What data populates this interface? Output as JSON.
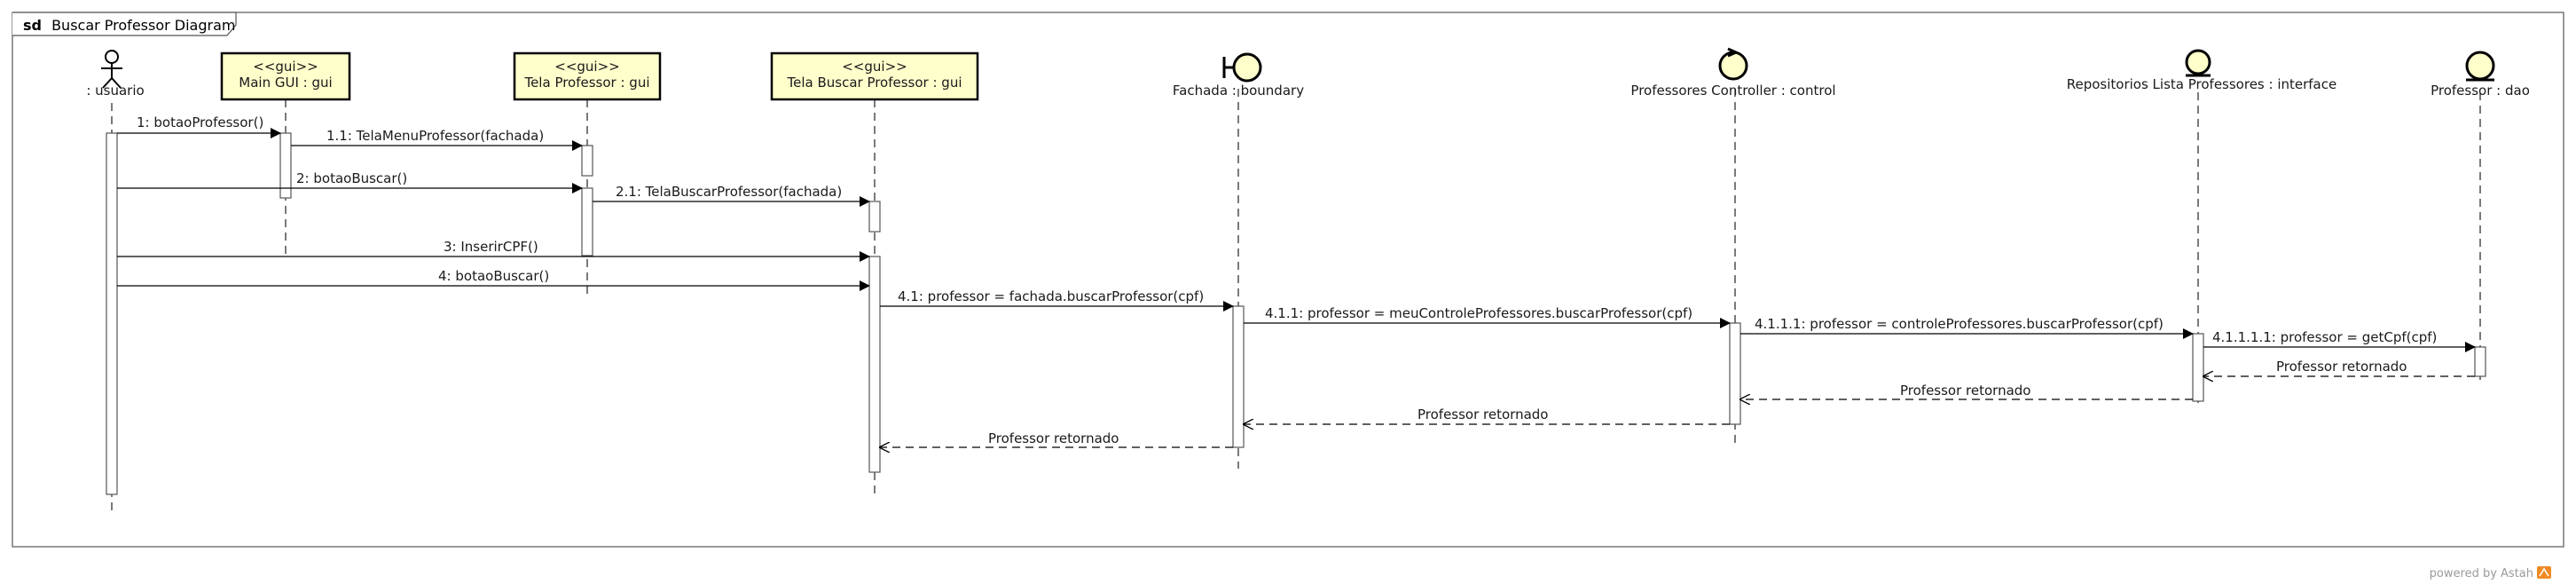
{
  "frame": {
    "keyword": "sd",
    "title": "Buscar Professor Diagram"
  },
  "lifelines": [
    {
      "id": "usuario",
      "label": ": usuario",
      "kind": "actor"
    },
    {
      "id": "main_gui",
      "stereotype": "<<gui>>",
      "label": "Main GUI : gui",
      "kind": "gui"
    },
    {
      "id": "tela_professor",
      "stereotype": "<<gui>>",
      "label": "Tela Professor : gui",
      "kind": "gui"
    },
    {
      "id": "tela_buscar",
      "stereotype": "<<gui>>",
      "label": "Tela Buscar Professor : gui",
      "kind": "gui"
    },
    {
      "id": "fachada",
      "label": "Fachada : boundary",
      "kind": "boundary"
    },
    {
      "id": "controller",
      "label": "Professores Controller : control",
      "kind": "control"
    },
    {
      "id": "repositorio",
      "label": "Repositorios Lista Professores : interface",
      "kind": "entity"
    },
    {
      "id": "professor",
      "label": "Professor : dao",
      "kind": "entity"
    }
  ],
  "messages": [
    {
      "label": "1: botaoProfessor()",
      "from": "usuario",
      "to": "main_gui",
      "type": "sync"
    },
    {
      "label": "1.1: TelaMenuProfessor(fachada)",
      "from": "main_gui",
      "to": "tela_professor",
      "type": "sync"
    },
    {
      "label": "2: botaoBuscar()",
      "from": "usuario",
      "to": "tela_professor",
      "type": "sync"
    },
    {
      "label": "2.1: TelaBuscarProfessor(fachada)",
      "from": "tela_professor",
      "to": "tela_buscar",
      "type": "sync"
    },
    {
      "label": "3: InserirCPF()",
      "from": "usuario",
      "to": "tela_buscar",
      "type": "sync"
    },
    {
      "label": "4: botaoBuscar()",
      "from": "usuario",
      "to": "tela_buscar",
      "type": "sync"
    },
    {
      "label": "4.1: professor = fachada.buscarProfessor(cpf)",
      "from": "tela_buscar",
      "to": "fachada",
      "type": "sync"
    },
    {
      "label": "4.1.1: professor = meuControleProfessores.buscarProfessor(cpf)",
      "from": "fachada",
      "to": "controller",
      "type": "sync"
    },
    {
      "label": "4.1.1.1: professor = controleProfessores.buscarProfessor(cpf)",
      "from": "controller",
      "to": "repositorio",
      "type": "sync"
    },
    {
      "label": "4.1.1.1.1: professor = getCpf(cpf)",
      "from": "repositorio",
      "to": "professor",
      "type": "sync"
    },
    {
      "label": "Professor retornado",
      "from": "professor",
      "to": "repositorio",
      "type": "reply"
    },
    {
      "label": "Professor retornado",
      "from": "repositorio",
      "to": "controller",
      "type": "reply"
    },
    {
      "label": "Professor retornado",
      "from": "controller",
      "to": "fachada",
      "type": "reply"
    },
    {
      "label": "Professor retornado",
      "from": "fachada",
      "to": "tela_buscar",
      "type": "reply"
    }
  ],
  "footer": {
    "text": "powered by Astah",
    "logo_color": "#f08a24"
  },
  "colors": {
    "gui_box_fill": "#ffffcc",
    "icon_fill": "#ffffcc",
    "line": "#000000"
  }
}
